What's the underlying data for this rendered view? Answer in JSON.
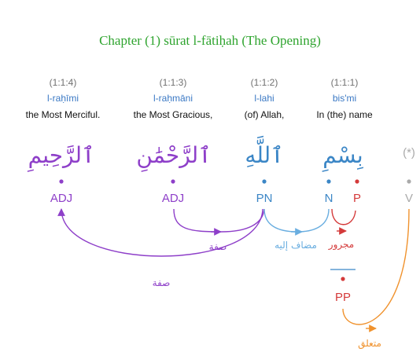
{
  "title": "Chapter (1) sūrat l-fātiḥah (The Opening)",
  "words": [
    {
      "location": "(1:1:4)",
      "translit": "l-raḥīmi",
      "gloss": "the Most Merciful.",
      "arabic": "ٱلرَّحِيمِ",
      "color": "#8e3fc9"
    },
    {
      "location": "(1:1:3)",
      "translit": "l-raḥmāni",
      "gloss": "the Most Gracious,",
      "arabic": "ٱلرَّحْمَٰنِ",
      "color": "#8e3fc9"
    },
    {
      "location": "(1:1:2)",
      "translit": "l-lahi",
      "gloss": "(of) Allah,",
      "arabic": "ٱللَّهِ",
      "color": "#3b86c6"
    },
    {
      "location": "(1:1:1)",
      "translit": "bis'mi",
      "gloss": "In (the) name",
      "arabic": "بِسْمِ",
      "color": "#3b86c6"
    }
  ],
  "hidden_word": "(*)",
  "nodes": [
    {
      "tag": "ADJ",
      "color": "#8e3fc9"
    },
    {
      "tag": "ADJ",
      "color": "#8e3fc9"
    },
    {
      "tag": "PN",
      "color": "#3b86c6"
    },
    {
      "tag": "N",
      "color": "#3b86c6"
    },
    {
      "tag": "P",
      "color": "#d43a3a"
    },
    {
      "tag": "V",
      "color": "#aaaaaa"
    },
    {
      "tag": "PP",
      "color": "#d43a3a"
    }
  ],
  "relations": [
    {
      "label": "صفة",
      "color": "#8e3fc9"
    },
    {
      "label": "صفة",
      "color": "#8e3fc9"
    },
    {
      "label": "مضاف إليه",
      "color": "#6aaee0"
    },
    {
      "label": "مجرور",
      "color": "#d43a3a"
    },
    {
      "label": "متعلق",
      "color": "#f0922d"
    }
  ]
}
